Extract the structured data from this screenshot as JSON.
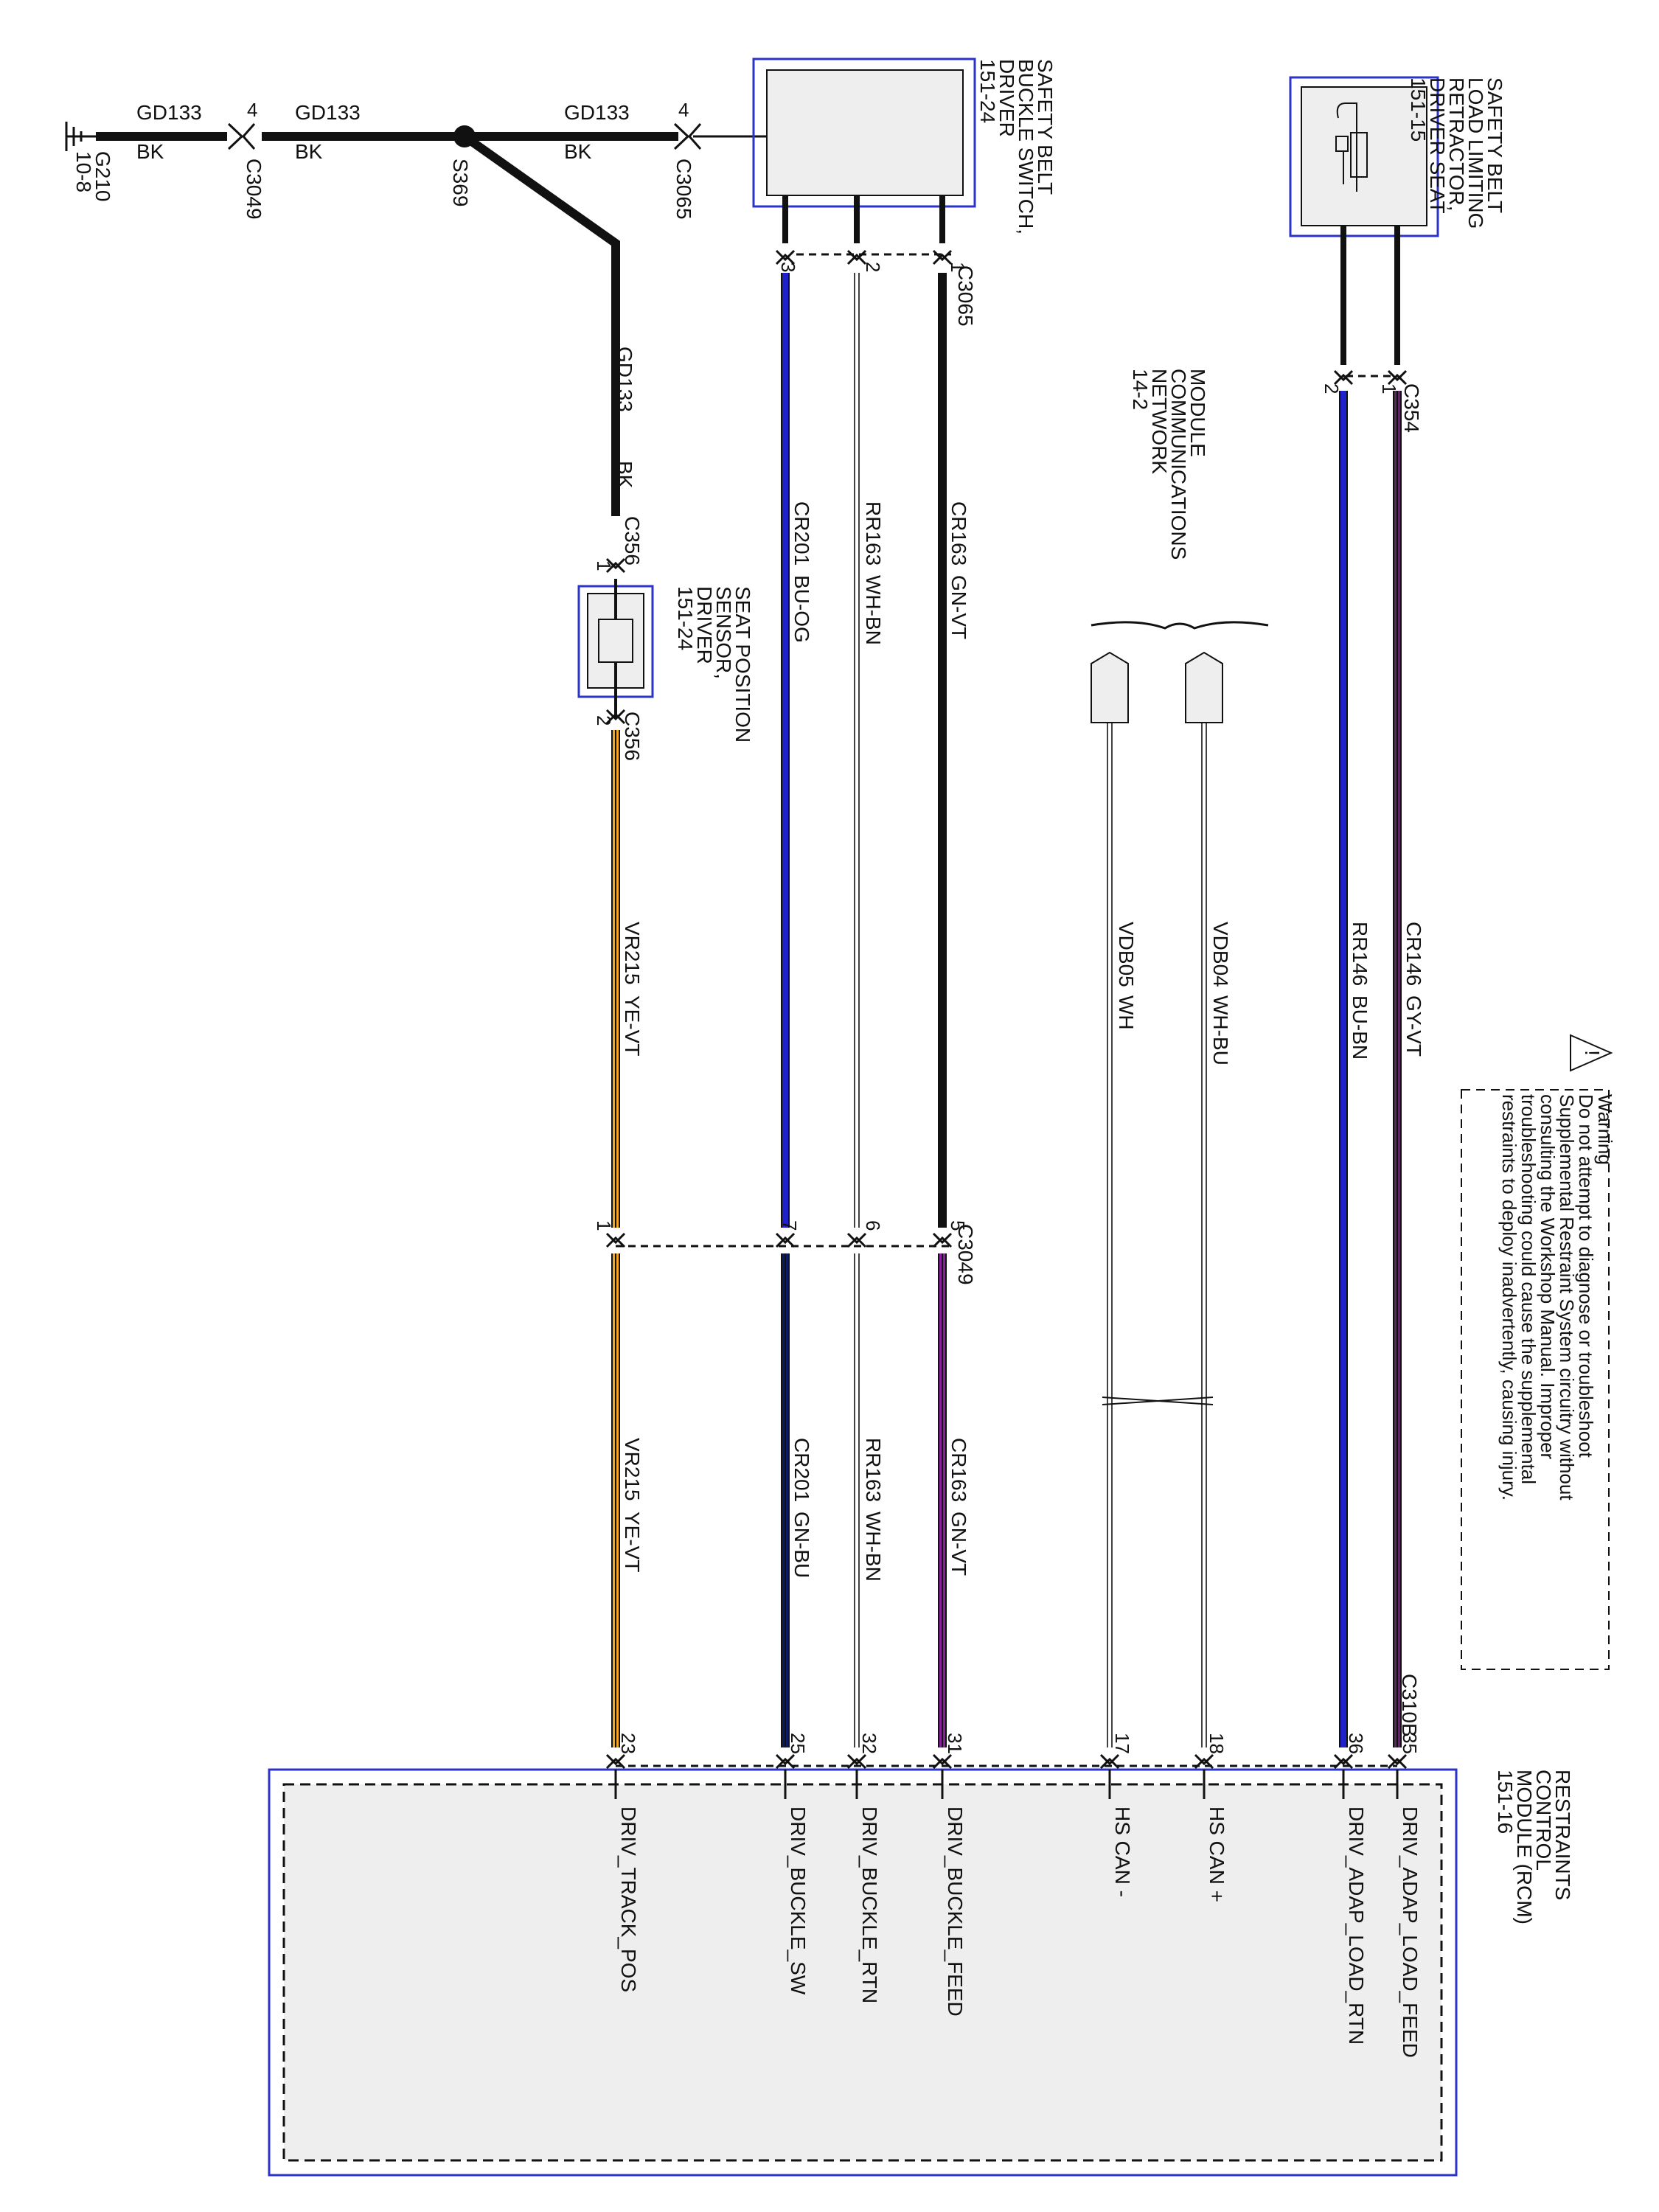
{
  "diagram": {
    "warning": {
      "lines": [
        "Warning",
        "Do not attempt to diagnose or troubleshoot",
        "Supplemental Restraint System circuitry without",
        "consulting the Workshop Manual. Improper",
        "troubleshooting could cause the supplemental",
        "restraints to deploy inadvertently, causing injury."
      ],
      "symbol": "!"
    },
    "components": {
      "retractor": {
        "lines": [
          "SAFETY BELT",
          "LOAD LIMITING",
          "RETRACTOR,",
          "DRIVER SEAT",
          "151-15"
        ]
      },
      "buckle_switch": {
        "lines": [
          "SAFETY BELT",
          "BUCKLE SWITCH,",
          "DRIVER",
          "151-24"
        ]
      },
      "seat_sensor": {
        "lines": [
          "SEAT POSITION",
          "SENSOR,",
          "DRIVER",
          "151-24"
        ]
      },
      "network": {
        "lines": [
          "MODULE",
          "COMMUNICATIONS",
          "NETWORK",
          "14-2"
        ]
      },
      "rcm": {
        "lines": [
          "RESTRAINTS",
          "CONTROL",
          "MODULE (RCM)",
          "151-16"
        ]
      }
    },
    "ground": {
      "name": "G210",
      "page": "10-8"
    },
    "splice": "S369",
    "connectors": {
      "c3049": "C3049",
      "c3065": "C3065",
      "c354": "C354",
      "c356": "C356",
      "c310b": "C310B"
    },
    "ground_circuit": {
      "circuit": "GD133",
      "color": "BK"
    },
    "circuits": [
      {
        "circuit": "CR146",
        "color_a": "GY-VT",
        "circuit_b": "",
        "color_b": ""
      },
      {
        "circuit": "RR146",
        "color_a": "BU-BN",
        "circuit_b": "",
        "color_b": ""
      },
      {
        "circuit": "VDB04",
        "color_a": "WH-BU",
        "circuit_b": "",
        "color_b": ""
      },
      {
        "circuit": "VDB05",
        "color_a": "WH",
        "circuit_b": "",
        "color_b": ""
      },
      {
        "circuit": "CR163",
        "color_a": "GN-VT",
        "circuit_b": "CR163",
        "color_b": "GN-VT"
      },
      {
        "circuit": "RR163",
        "color_a": "WH-BN",
        "circuit_b": "RR163",
        "color_b": "WH-BN"
      },
      {
        "circuit": "CR201",
        "color_a": "BU-OG",
        "circuit_b": "CR201",
        "color_b": "GN-BU"
      },
      {
        "circuit": "VR215",
        "color_a": "YE-VT",
        "circuit_b": "VR215",
        "color_b": "YE-VT"
      }
    ],
    "rcm_pins": [
      {
        "pin": "35",
        "signal": "DRIV_ADAP_LOAD_FEED"
      },
      {
        "pin": "36",
        "signal": "DRIV_ADAP_LOAD_RTN"
      },
      {
        "pin": "18",
        "signal": "HS CAN +"
      },
      {
        "pin": "17",
        "signal": "HS CAN -"
      },
      {
        "pin": "31",
        "signal": "DRIV_BUCKLE_FEED"
      },
      {
        "pin": "32",
        "signal": "DRIV_BUCKLE_RTN"
      },
      {
        "pin": "25",
        "signal": "DRIV_BUCKLE_SW"
      },
      {
        "pin": "23",
        "signal": "DRIV_TRACK_POS"
      }
    ],
    "pins": {
      "c354_1": "1",
      "c354_2": "2",
      "c3065_1": "1",
      "c3065_2": "2",
      "c3065_3": "3",
      "c3065_4": "4",
      "c3049_5": "5",
      "c3049_6": "6",
      "c3049_7": "7",
      "c3049_1": "1",
      "c3049_4": "4",
      "c356_1": "1",
      "c356_2": "2"
    },
    "colors": {
      "black": "#111111",
      "gray_violet": "#5a2a5e",
      "blue_brown": "#1f22c9",
      "blue": "#1f22c9",
      "green_violet": "#8b1fa0",
      "yellow": "#f5a623",
      "box_border": "#2b33c9",
      "box_fill": "#eeeeee"
    }
  }
}
